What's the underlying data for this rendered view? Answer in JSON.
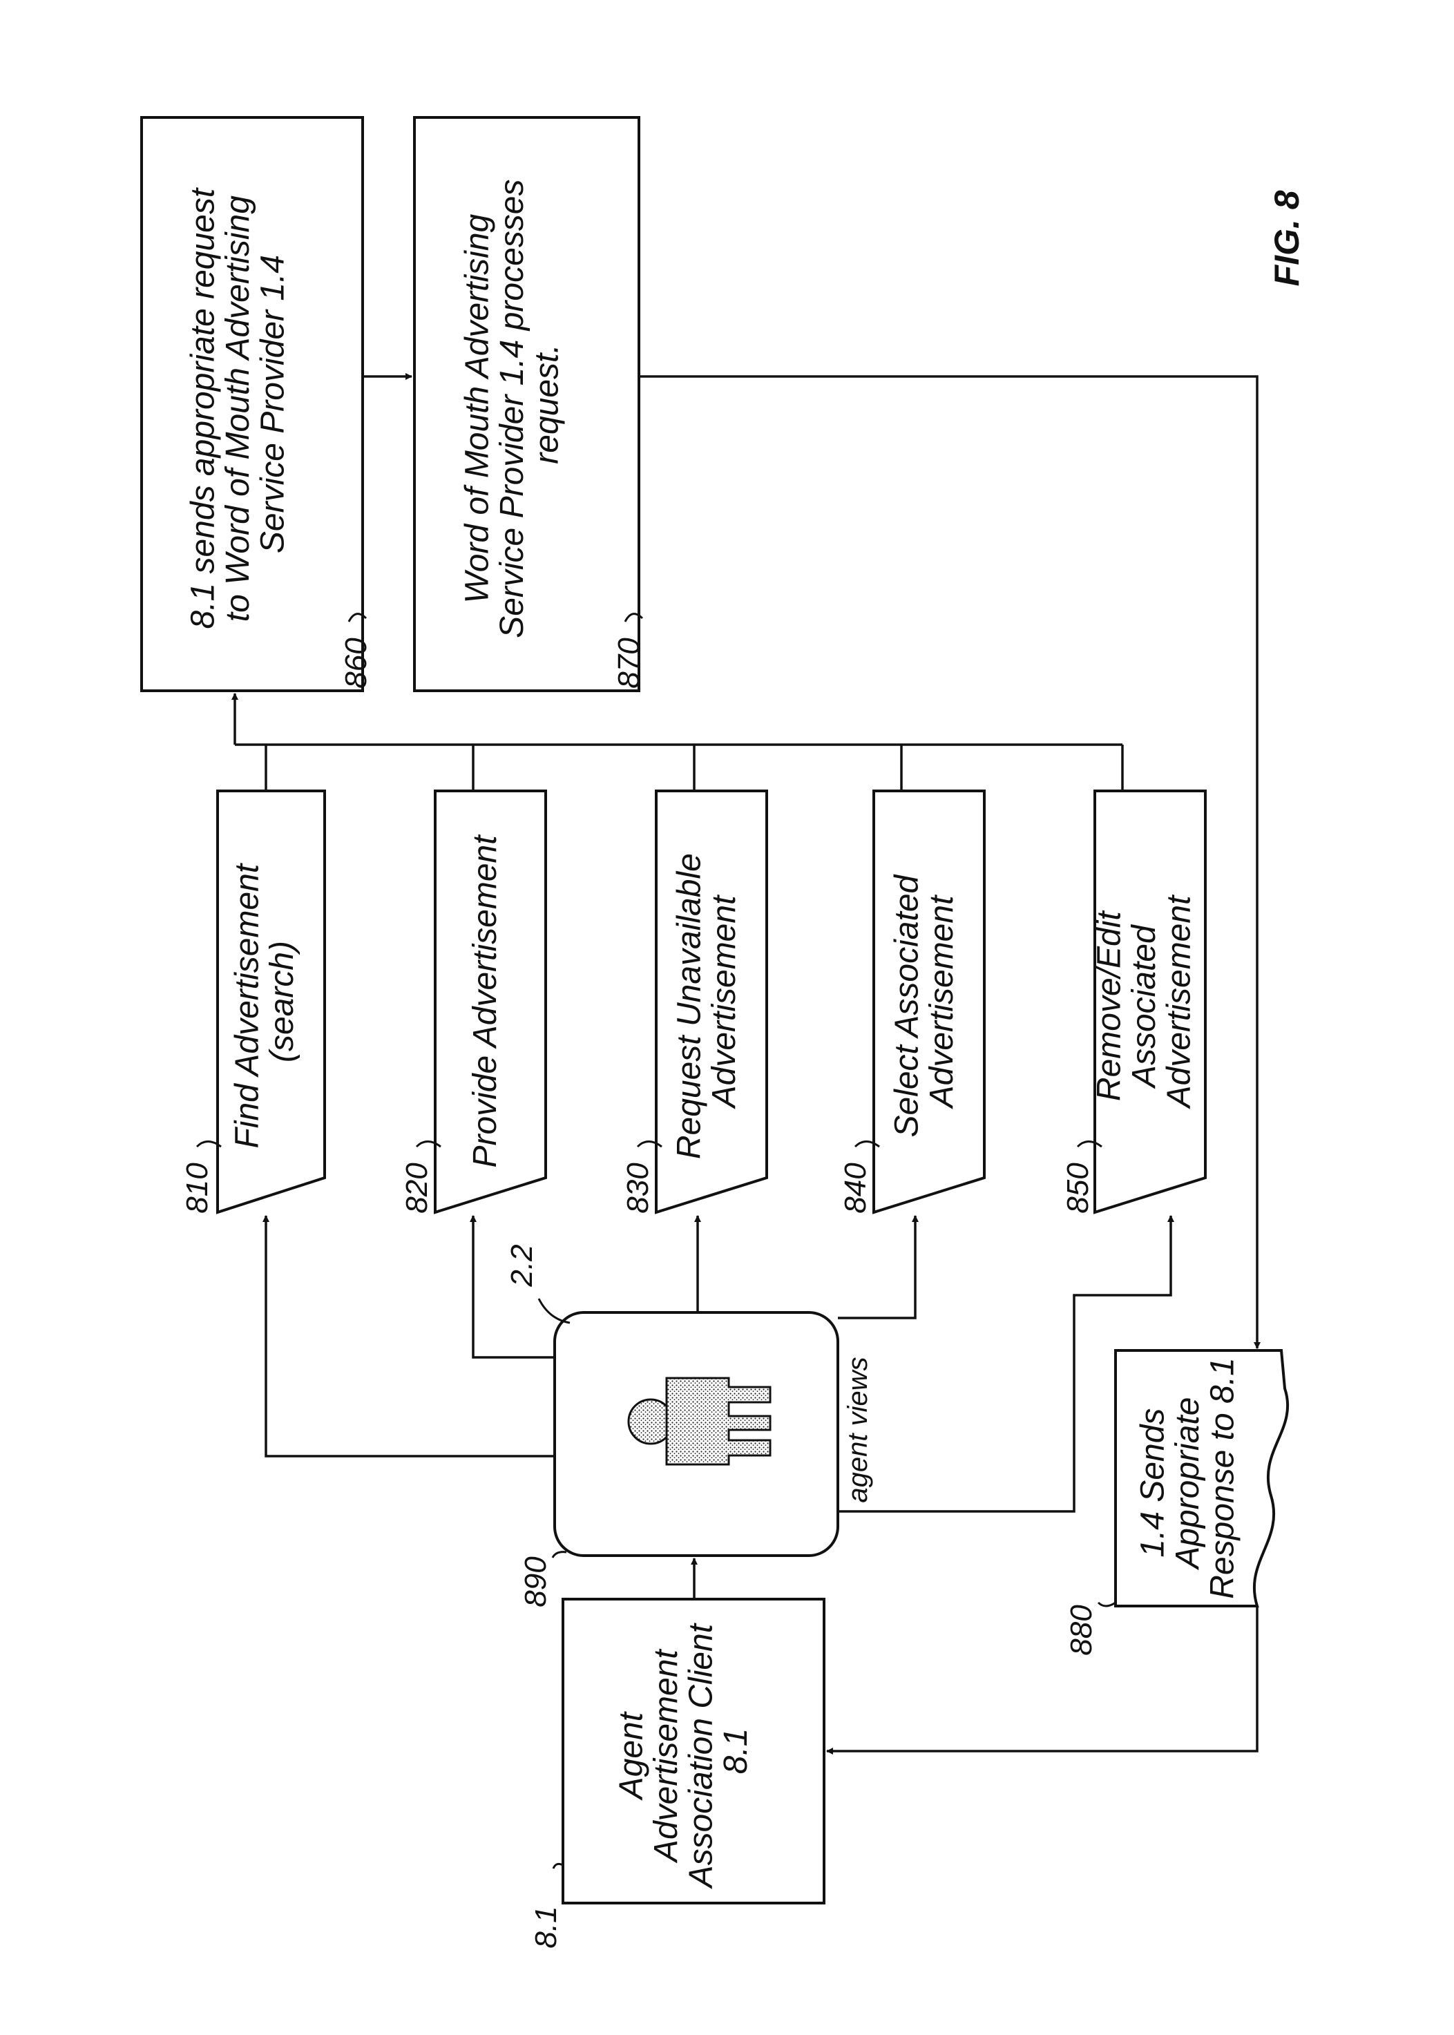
{
  "figure_label": "FIG. 8",
  "refs": {
    "r810": "810",
    "r820": "820",
    "r830": "830",
    "r840": "840",
    "r850": "850",
    "r860": "860",
    "r870": "870",
    "r880": "880",
    "r890": "890",
    "r81": "8.1",
    "r22": "2.2"
  },
  "client": {
    "lines": [
      "Agent",
      "Advertisement",
      "Association Client",
      "8.1"
    ]
  },
  "agent_views_label": "agent views",
  "actions": {
    "find": [
      "Find Advertisement",
      "(search)"
    ],
    "provide": [
      "Provide Advertisement"
    ],
    "request": [
      "Request Unavailable",
      "Advertisement"
    ],
    "select": [
      "Select Associated",
      "Advertisement"
    ],
    "remove": [
      "Remove/Edit",
      "Associated",
      "Advertisement"
    ]
  },
  "box_860": [
    "8.1 sends appropriate request",
    "to Word of Mouth Advertising",
    "Service Provider 1.4"
  ],
  "box_870": [
    "Word of Mouth Advertising",
    "Service Provider 1.4 processes",
    "request."
  ],
  "response_880": [
    "1.4 Sends",
    "Appropriate",
    "Response to 8.1"
  ]
}
